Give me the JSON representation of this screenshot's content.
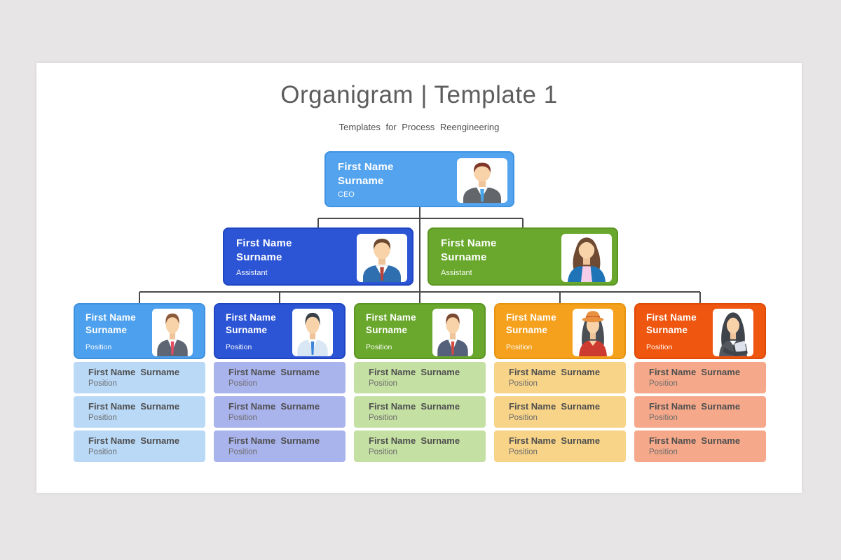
{
  "page": {
    "background_color": "#e7e5e6",
    "slide_color": "#ffffff",
    "connector_color": "#4a4a4a"
  },
  "header": {
    "title": "Organigram | Template 1",
    "subtitle": "Templates for Process Reengineering"
  },
  "chart": {
    "ceo": {
      "first_name": "First Name",
      "surname": "Surname",
      "role": "CEO",
      "color": "#54a3ee",
      "photo": "man-auburn-hair-gray-suit-blue-tie"
    },
    "assistants": [
      {
        "first_name": "First Name",
        "surname": "Surname",
        "role": "Assistant",
        "color": "#2c55d5",
        "photo": "man-brown-hair-blue-suit-red-tie"
      },
      {
        "first_name": "First Name",
        "surname": "Surname",
        "role": "Assistant",
        "color": "#69a82c",
        "photo": "woman-brown-hair-blue-jacket-pink-top"
      }
    ],
    "columns": [
      {
        "head": {
          "first_name": "First Name",
          "surname": "Surname",
          "role": "Position",
          "color": "#4da0ed",
          "photo": "man-brown-hair-gray-suit-red-tie"
        },
        "sub_color": "#b9d9f7",
        "members": [
          {
            "name": "First Name  Surname",
            "role": "Position"
          },
          {
            "name": "First Name  Surname",
            "role": "Position"
          },
          {
            "name": "First Name  Surname",
            "role": "Position"
          }
        ]
      },
      {
        "head": {
          "first_name": "First Name",
          "surname": "Surname",
          "role": "Position",
          "color": "#2c55d5",
          "photo": "man-black-hair-blue-shirt-tie"
        },
        "sub_color": "#a9b3ec",
        "members": [
          {
            "name": "First Name  Surname",
            "role": "Position"
          },
          {
            "name": "First Name  Surname",
            "role": "Position"
          },
          {
            "name": "First Name  Surname",
            "role": "Position"
          }
        ]
      },
      {
        "head": {
          "first_name": "First Name",
          "surname": "Surname",
          "role": "Position",
          "color": "#69a82c",
          "photo": "man-brown-hair-dark-suit-red-tie"
        },
        "sub_color": "#c5e0a3",
        "members": [
          {
            "name": "First Name  Surname",
            "role": "Position"
          },
          {
            "name": "First Name  Surname",
            "role": "Position"
          },
          {
            "name": "First Name  Surname",
            "role": "Position"
          }
        ]
      },
      {
        "head": {
          "first_name": "First Name",
          "surname": "Surname",
          "role": "Position",
          "color": "#f5a11d",
          "photo": "woman-hat-red-top"
        },
        "sub_color": "#f8d488",
        "members": [
          {
            "name": "First Name  Surname",
            "role": "Position"
          },
          {
            "name": "First Name  Surname",
            "role": "Position"
          },
          {
            "name": "First Name  Surname",
            "role": "Position"
          }
        ]
      },
      {
        "head": {
          "first_name": "First Name",
          "surname": "Surname",
          "role": "Position",
          "color": "#ef560f",
          "photo": "woman-dark-hair-suit-documents"
        },
        "sub_color": "#f5a98a",
        "members": [
          {
            "name": "First Name  Surname",
            "role": "Position"
          },
          {
            "name": "First Name  Surname",
            "role": "Position"
          },
          {
            "name": "First Name  Surname",
            "role": "Position"
          }
        ]
      }
    ]
  }
}
